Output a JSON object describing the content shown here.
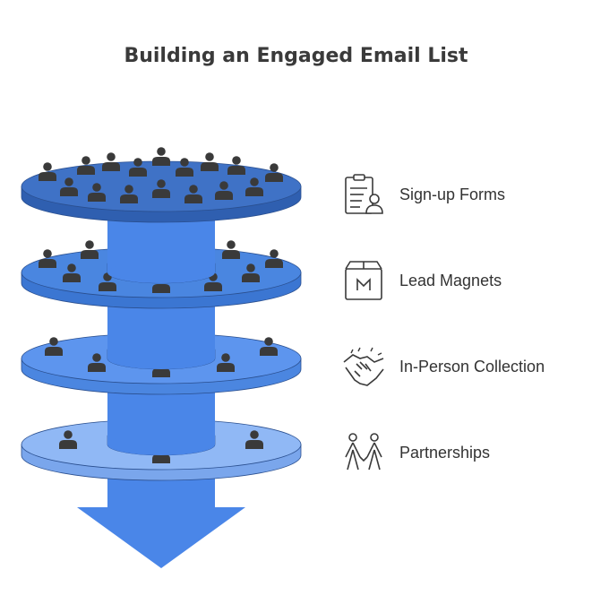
{
  "title": "Building an Engaged Email List",
  "legend": [
    {
      "label": "Sign-up Forms",
      "icon": "signup-form-icon"
    },
    {
      "label": "Lead Magnets",
      "icon": "lead-magnet-envelope-icon"
    },
    {
      "label": "In-Person Collection",
      "icon": "handshake-icon"
    },
    {
      "label": "Partnerships",
      "icon": "partnership-people-icon"
    }
  ],
  "colors": {
    "disk_top": [
      "#3f72c6",
      "#4a86e0",
      "#5d95ee",
      "#90b8f5"
    ],
    "disk_side": [
      "#2f5fb0",
      "#3b76d2",
      "#4b86e0",
      "#7aa6ec"
    ],
    "pipe": "#4a86e8",
    "arrow": "#4a86e8",
    "person": "#3a3a3a",
    "text": "#333333"
  }
}
